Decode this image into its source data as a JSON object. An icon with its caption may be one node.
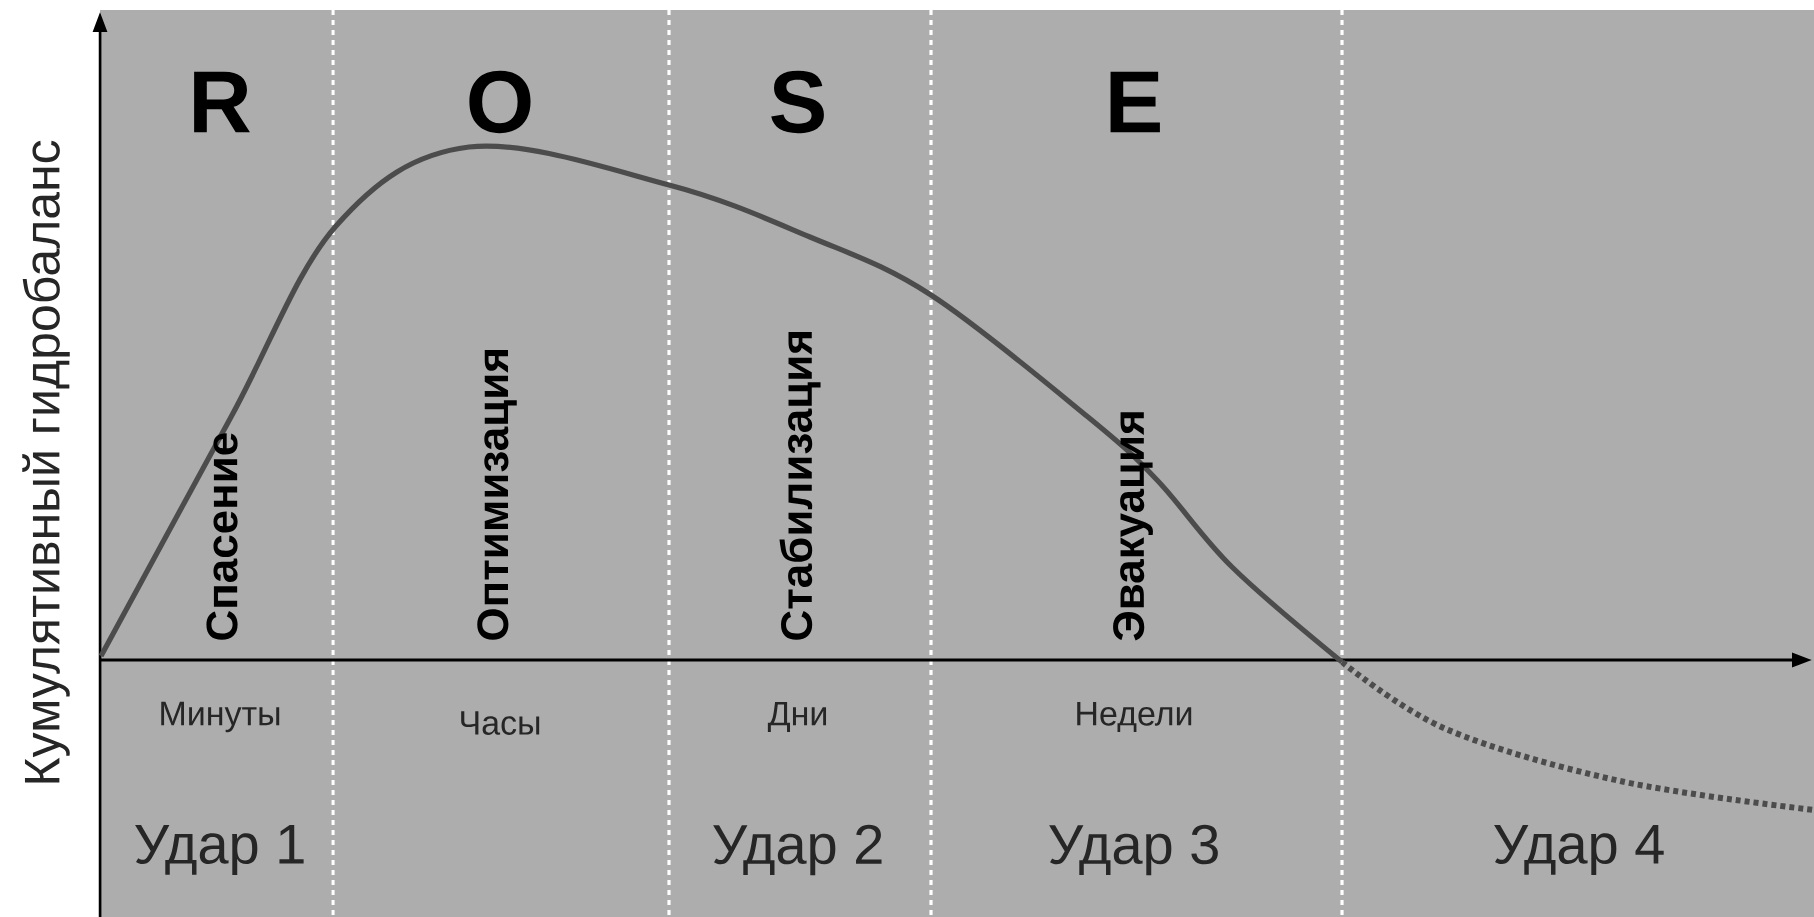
{
  "diagram": {
    "labels": [
      "Кумулятивный гидробаланс",
      "R",
      "O",
      "S",
      "E",
      "Спасение",
      "Оптимизация",
      "Стабилизация",
      "Эвакуация",
      "Минуты",
      "Часы",
      "Дни",
      "Недели",
      "Удар 1",
      "Удар 2",
      "Удар 3",
      "Удар 4"
    ]
  }
}
